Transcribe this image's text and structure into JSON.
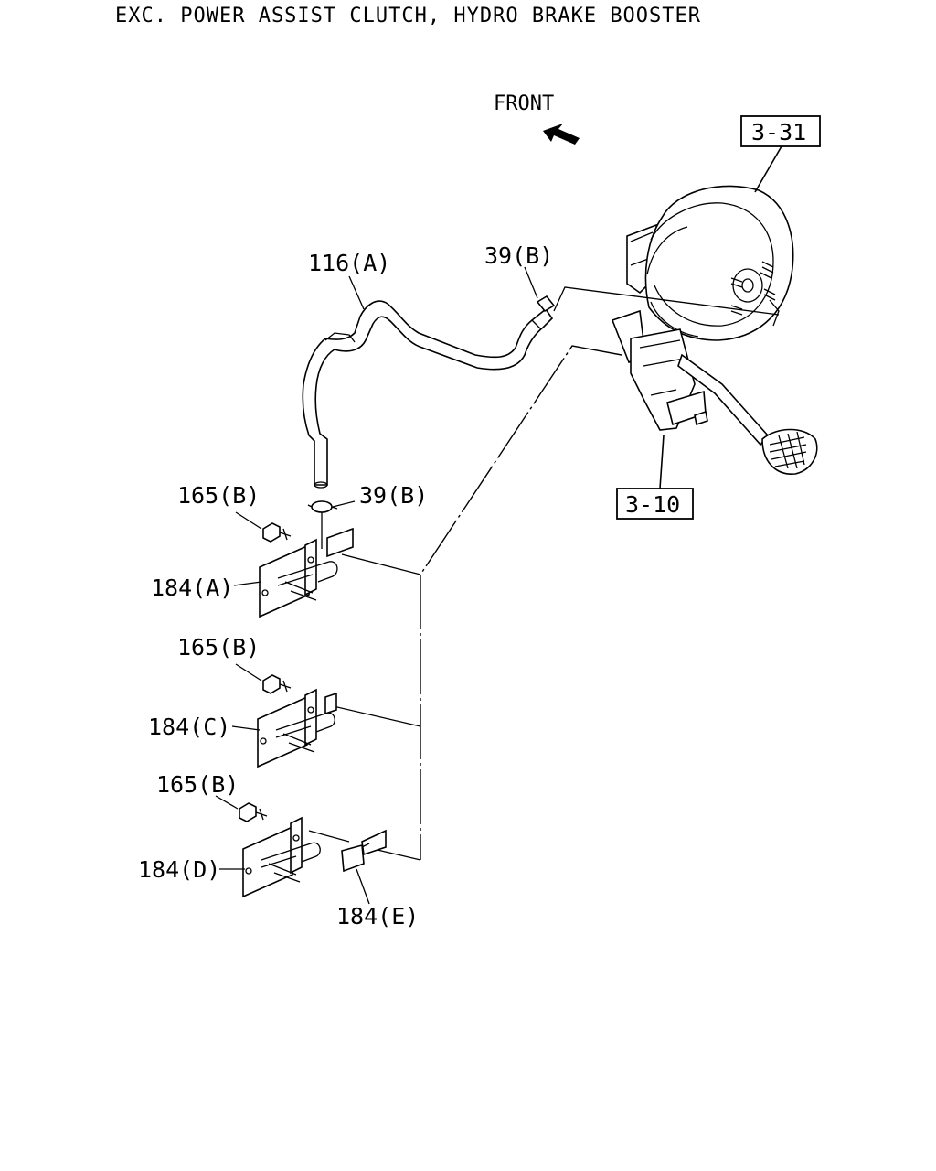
{
  "title": "EXC. POWER ASSIST CLUTCH, HYDRO BRAKE BOOSTER",
  "direction_label": "FRONT",
  "refs": {
    "booster_ref": "3-31",
    "pedal_ref": "3-10"
  },
  "callouts": {
    "hose": "116(A)",
    "clip_top": "39(B)",
    "clip_mid": "39(B)",
    "bolt_a": "165(B)",
    "bracket_a": "184(A)",
    "bolt_c": "165(B)",
    "bracket_c": "184(C)",
    "bolt_d": "165(B)",
    "bracket_d": "184(D)",
    "bracket_e": "184(E)"
  },
  "icons": {
    "front_arrow": "arrow-up-left-icon"
  }
}
